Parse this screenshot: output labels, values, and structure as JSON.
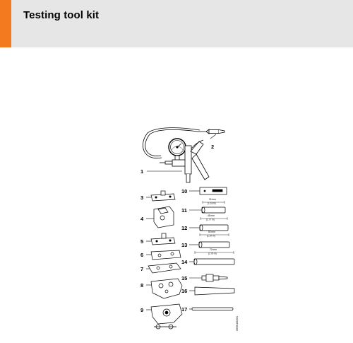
{
  "header": {
    "title": "Testing tool kit",
    "accent_color": "#f37a1f",
    "background_color": "#e6e6e6"
  },
  "diagram": {
    "callouts": [
      "1",
      "2",
      "3",
      "4",
      "5",
      "6",
      "7",
      "8",
      "9",
      "10",
      "11",
      "12",
      "13",
      "14",
      "15",
      "16",
      "17"
    ],
    "dimensions": {
      "d11": [
        "30 mm",
        "(1.18 in)"
      ],
      "d12": [
        "45 mm",
        "(1.77 in)"
      ],
      "d13": [
        "50 mm",
        "(1.97 in)"
      ],
      "d14": [
        "70 mm",
        "(2.76 in)"
      ]
    },
    "drawing_code": "09HK408 KN"
  }
}
